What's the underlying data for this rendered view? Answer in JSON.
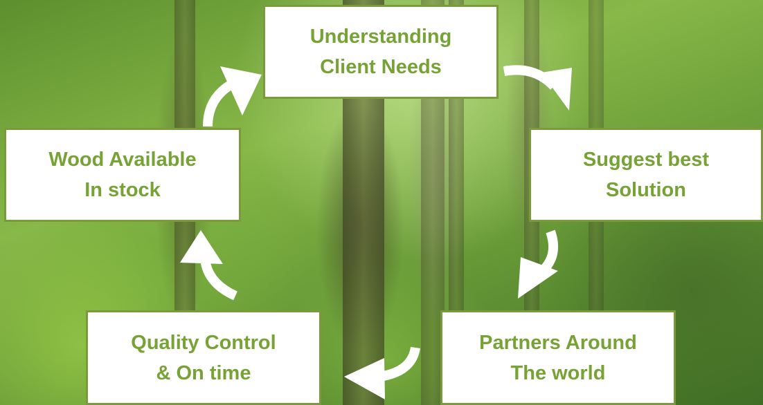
{
  "steps": [
    {
      "line1": "Understanding",
      "line2": "Client Needs"
    },
    {
      "line1": "Suggest best",
      "line2": "Solution"
    },
    {
      "line1": "Partners Around",
      "line2": "The world"
    },
    {
      "line1": "Quality Control",
      "line2": "& On time"
    },
    {
      "line1": "Wood Available",
      "line2": "In stock"
    }
  ],
  "colors": {
    "text": "#76a236",
    "box_border": "#7a9a3c",
    "arrow": "#ffffff"
  }
}
